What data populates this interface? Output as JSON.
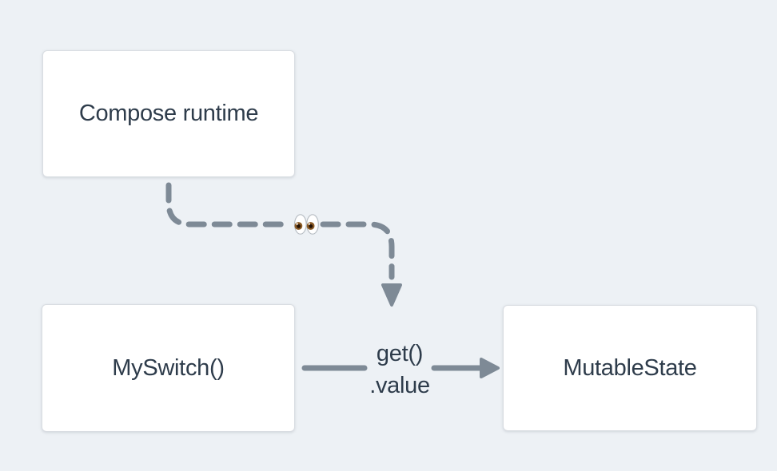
{
  "diagram": {
    "nodes": [
      {
        "id": "compose-runtime",
        "label": "Compose runtime"
      },
      {
        "id": "my-switch",
        "label": "MySwitch()"
      },
      {
        "id": "mutable-state",
        "label": "MutableState"
      }
    ],
    "edges": [
      {
        "id": "observe-edge",
        "style": "dashed",
        "from": "compose-runtime",
        "to": "state-read-point",
        "icon": "eyes-emoji",
        "icon_char": "👀"
      },
      {
        "id": "read-edge",
        "style": "solid",
        "from": "my-switch",
        "to": "mutable-state",
        "label_top": "get()",
        "label_bottom": ".value"
      }
    ],
    "colors": {
      "background": "#edf1f5",
      "node_fill": "#ffffff",
      "node_border": "#d9dde2",
      "arrow": "#7e8a96",
      "text": "#2e3c4b"
    }
  }
}
